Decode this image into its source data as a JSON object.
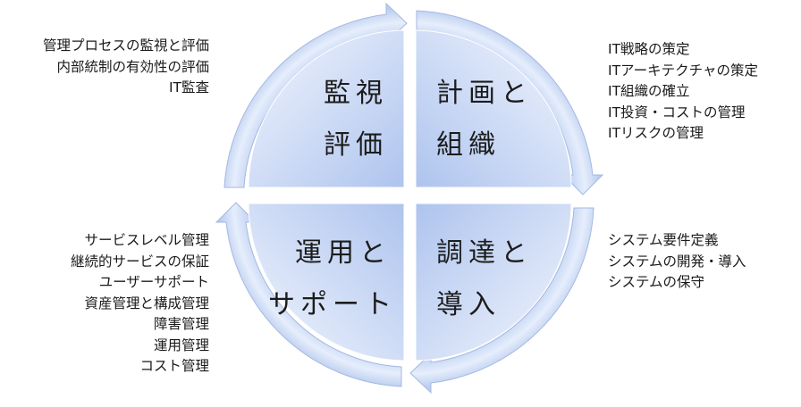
{
  "quadrants": {
    "top_left": {
      "line1": "監視",
      "line2": "評価"
    },
    "top_right": {
      "line1": "計画と",
      "line2": "組織"
    },
    "bottom_left": {
      "line1": "運用と",
      "line2": "サポート"
    },
    "bottom_right": {
      "line1": "調達と",
      "line2": "導入"
    }
  },
  "lists": {
    "monitor": [
      "管理プロセスの監視と評価",
      "内部統制の有効性の評価",
      "IT監査"
    ],
    "plan": [
      "IT戦略の策定",
      "ITアーキテクチャの策定",
      "IT組織の確立",
      "IT投資・コストの管理",
      "ITリスクの管理"
    ],
    "operate": [
      "サービスレベル管理",
      "継続的サービスの保証",
      "ユーザーサポート",
      "資産管理と構成管理",
      "障害管理",
      "運用管理",
      "コスト管理"
    ],
    "acquire": [
      "システム要件定義",
      "システムの開発・導入",
      "システムの保守"
    ]
  },
  "colors": {
    "quadrant_light": "#eef3fd",
    "quadrant_dark": "#a9c0ec",
    "arrow": "#c3d3f2",
    "arrow_edge": "#9fb6e2"
  }
}
